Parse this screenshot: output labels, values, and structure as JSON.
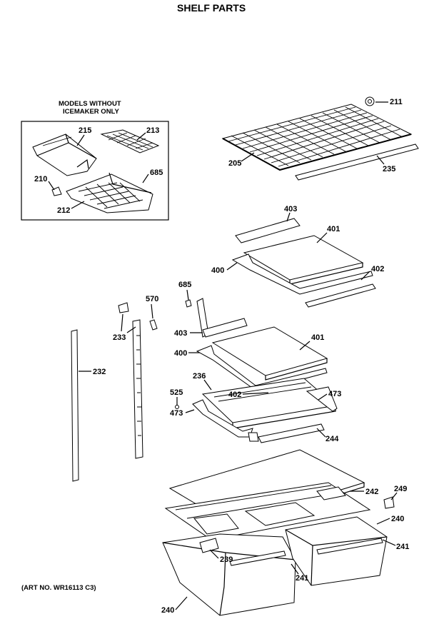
{
  "title": "SHELF PARTS",
  "inset": {
    "line1": "MODELS WITHOUT",
    "line2": "ICEMAKER ONLY"
  },
  "art_no": "(ART NO. WR16113 C3)",
  "callouts": {
    "c211": "211",
    "c205": "205",
    "c235": "235",
    "c215": "215",
    "c213": "213",
    "c210": "210",
    "c685a": "685",
    "c212": "212",
    "c403a": "403",
    "c401a": "401",
    "c400a": "400",
    "c402a": "402",
    "c685b": "685",
    "c570": "570",
    "c233": "233",
    "c403b": "403",
    "c401b": "401",
    "c400b": "400",
    "c232": "232",
    "c236": "236",
    "c525": "525",
    "c402b": "402",
    "c473a": "473",
    "c473b": "473",
    "c244": "244",
    "c242": "242",
    "c249": "249",
    "c240a": "240",
    "c241a": "241",
    "c239": "239",
    "c241b": "241",
    "c240b": "240"
  }
}
